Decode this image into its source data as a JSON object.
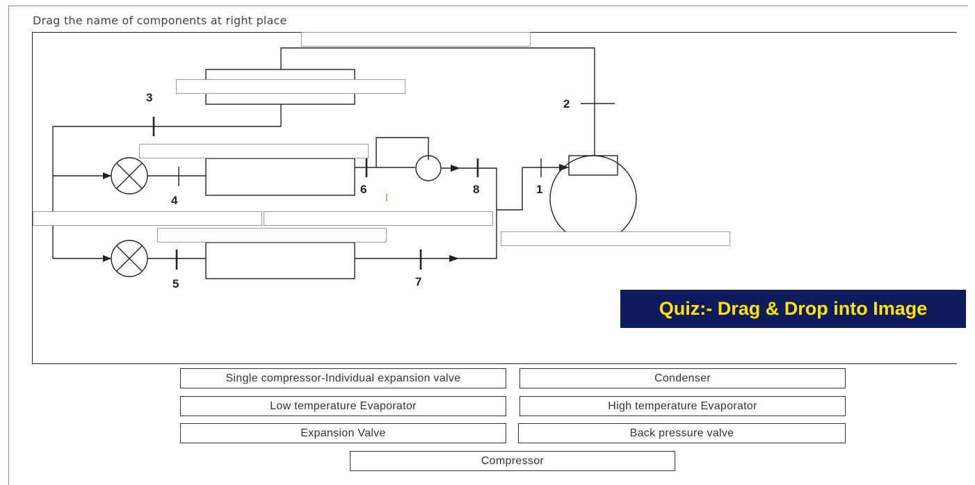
{
  "instruction": "Drag the name of components at right place",
  "banner": {
    "text": "Quiz:- Drag & Drop into Image",
    "bg_color": "#0d1a5c",
    "text_color": "#ffe400"
  },
  "diagram": {
    "labels": {
      "n1": "1",
      "n2": "2",
      "n3": "3",
      "n4": "4",
      "n5": "5",
      "n6": "6",
      "n7": "7",
      "n8": "8"
    }
  },
  "options": [
    "Single compressor-Individual expansion valve",
    "Condenser",
    "Low temperature Evaporator",
    "High temperature Evaporator",
    "Expansion Valve",
    "Back pressure valve",
    "Compressor"
  ]
}
